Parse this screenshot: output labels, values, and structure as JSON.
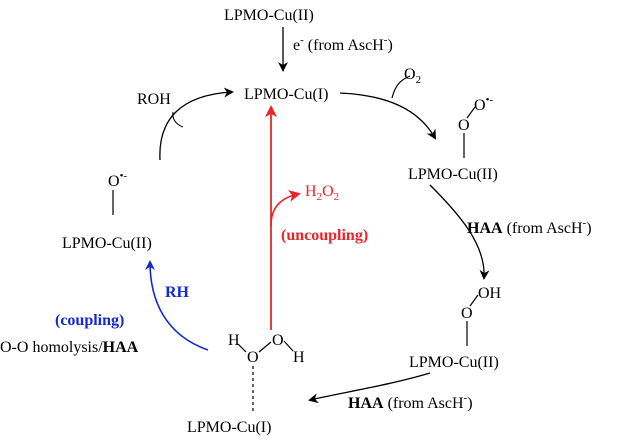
{
  "labels": {
    "top_species": "LPMO-Cu(II)",
    "e_from_asch": "e",
    "e_sup": "-",
    "e_tail": " (from AscH",
    "e_tail_sup": "-",
    "e_tail_close": ")",
    "center_cu1": "LPMO-Cu(I)",
    "o2": "O",
    "o2_sub": "2",
    "superoxo_cu2": "LPMO-Cu(II)",
    "haa1_bold": "HAA",
    "haa1_rest": " (from AscH",
    "haa1_sup": "-",
    "haa1_close": ")",
    "hydroperoxo_cu2": "LPMO-Cu(II)",
    "oh": "OH",
    "haa2_bold": "HAA",
    "haa2_rest": " (from AscH",
    "haa2_sup": "-",
    "haa2_close": ")",
    "h2o2_cu1": "LPMO-Cu(I)",
    "h_left": "H",
    "h_right": "H",
    "o_a": "O",
    "o_b": "O",
    "homolysis_a": "O-O homolysis/",
    "homolysis_bold": "HAA",
    "coupling": "(coupling)",
    "rh": "RH",
    "oxyl_cu2": "LPMO-Cu(II)",
    "o_oxyl": "O",
    "oxyl_sup": "•-",
    "roh": "ROH",
    "h2o2_out": "H",
    "h2o2_sub1": "2",
    "h2o2_o": "O",
    "h2o2_sub2": "2",
    "uncoupling": "(uncoupling)",
    "superoxo_o1": "O",
    "superoxo_o2": "O",
    "superoxo_sup": "•-",
    "hp_o1": "O"
  },
  "colors": {
    "black": "#000000",
    "red": "#e8262a",
    "blue": "#1428d2"
  }
}
